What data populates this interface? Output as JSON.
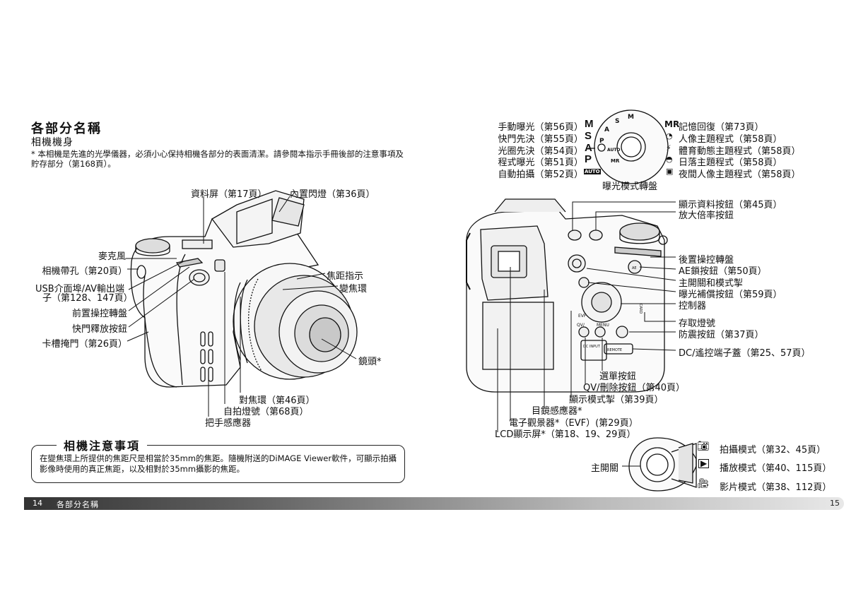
{
  "header": {
    "section_title": "各部分名稱",
    "sub_title": "相機機身",
    "note": "* 本相機是先進的光學儀器，必須小心保持相機各部分的表面清潔。請參閱本指示手冊後部的注意事項及貯存部分（第168頁）。"
  },
  "front_labels": {
    "data_panel": "資料屏（第17頁）",
    "flash": "內置閃燈（第36頁）",
    "microphone": "麥克風",
    "strap_eyelet": "相機帶孔（第20頁）",
    "usb_line1": "USB介面埠/AV輸出端",
    "usb_line2": "子（第128、147頁）",
    "front_dial": "前置操控轉盤",
    "shutter": "快門釋放按鈕",
    "card_door": "卡槽掩門（第26頁）",
    "focal_index": "焦距指示",
    "zoom_ring": "變焦環",
    "lens": "鏡頭*",
    "focus_ring": "對焦環（第46頁）",
    "self_timer_lamp": "自拍燈號（第68頁）",
    "grip_sensor": "把手感應器"
  },
  "mode_dial": {
    "left": [
      {
        "label": "手動曝光（第56頁）",
        "letter": "M"
      },
      {
        "label": "快門先決（第55頁）",
        "letter": "S"
      },
      {
        "label": "光圈先決（第54頁）",
        "letter": "A"
      },
      {
        "label": "程式曝光（第51頁）",
        "letter": "P"
      },
      {
        "label": "自動拍攝（第52頁）",
        "letter": "AUTO"
      }
    ],
    "right": [
      {
        "icon": "MR",
        "label": "記憶回復（第73頁）"
      },
      {
        "icon": "portrait-icon",
        "label": "人像主題程式（第58頁）"
      },
      {
        "icon": "sports-icon",
        "label": "體育動態主題程式（第58頁）"
      },
      {
        "icon": "sunset-icon",
        "label": "日落主題程式（第58頁）"
      },
      {
        "icon": "night-portrait-icon",
        "label": "夜間人像主題程式（第58頁）"
      }
    ],
    "caption": "曝光模式轉盤",
    "dial_letters": [
      "M",
      "S",
      "A",
      "P",
      "AUTO",
      "MR"
    ]
  },
  "back_labels": {
    "display_info": "顯示資料按鈕（第45頁）",
    "magnify": "放大倍率按鈕",
    "rear_dial": "後置操控轉盤",
    "ae_lock": "AE鎖按鈕（第50頁）",
    "main_switch_mode": "主開關和模式掣",
    "exposure_comp": "曝光補償按鈕（第59頁）",
    "controller": "控制器",
    "access_lamp": "存取燈號",
    "anti_shake": "防震按鈕（第37頁）",
    "dc_remote": "DC/遙控端子蓋（第25、57頁）",
    "menu_button": "選單按鈕",
    "qv_delete": "QV/刪除按鈕（第40頁）",
    "display_mode": "顯示模式掣（第39頁）",
    "eye_sensor": "目鏡感應器*",
    "evf": "電子觀景器*（EVF）(第29頁）",
    "lcd": "LCD顯示屏*（第18、19、29頁）"
  },
  "camera_markings": {
    "evf": "EVF",
    "qv": "QV/",
    "menu": "MENU",
    "dc_input": "DC INPUT",
    "remote": "REMOTE",
    "ae": "AE",
    "card": "CARD"
  },
  "main_switch": {
    "label": "主開關",
    "modes": [
      {
        "icon": "camera-icon",
        "label": "拍攝模式（第32、45頁）"
      },
      {
        "icon": "play-icon",
        "label": "播放模式（第40、115頁）"
      },
      {
        "icon": "movie-icon",
        "label": "影片模式（第38、112頁）"
      }
    ]
  },
  "caution": {
    "title": "相機注意事項",
    "text": "在變焦環上所提供的焦距尺是相當於35mm的焦距。隨機附送的DiMAGE Viewer軟件，可顯示拍攝影像時使用的真正焦距，以及相對於35mm攝影的焦距。"
  },
  "footer": {
    "left_page": "14",
    "left_title": "各部分名稱",
    "right_page": "15"
  }
}
